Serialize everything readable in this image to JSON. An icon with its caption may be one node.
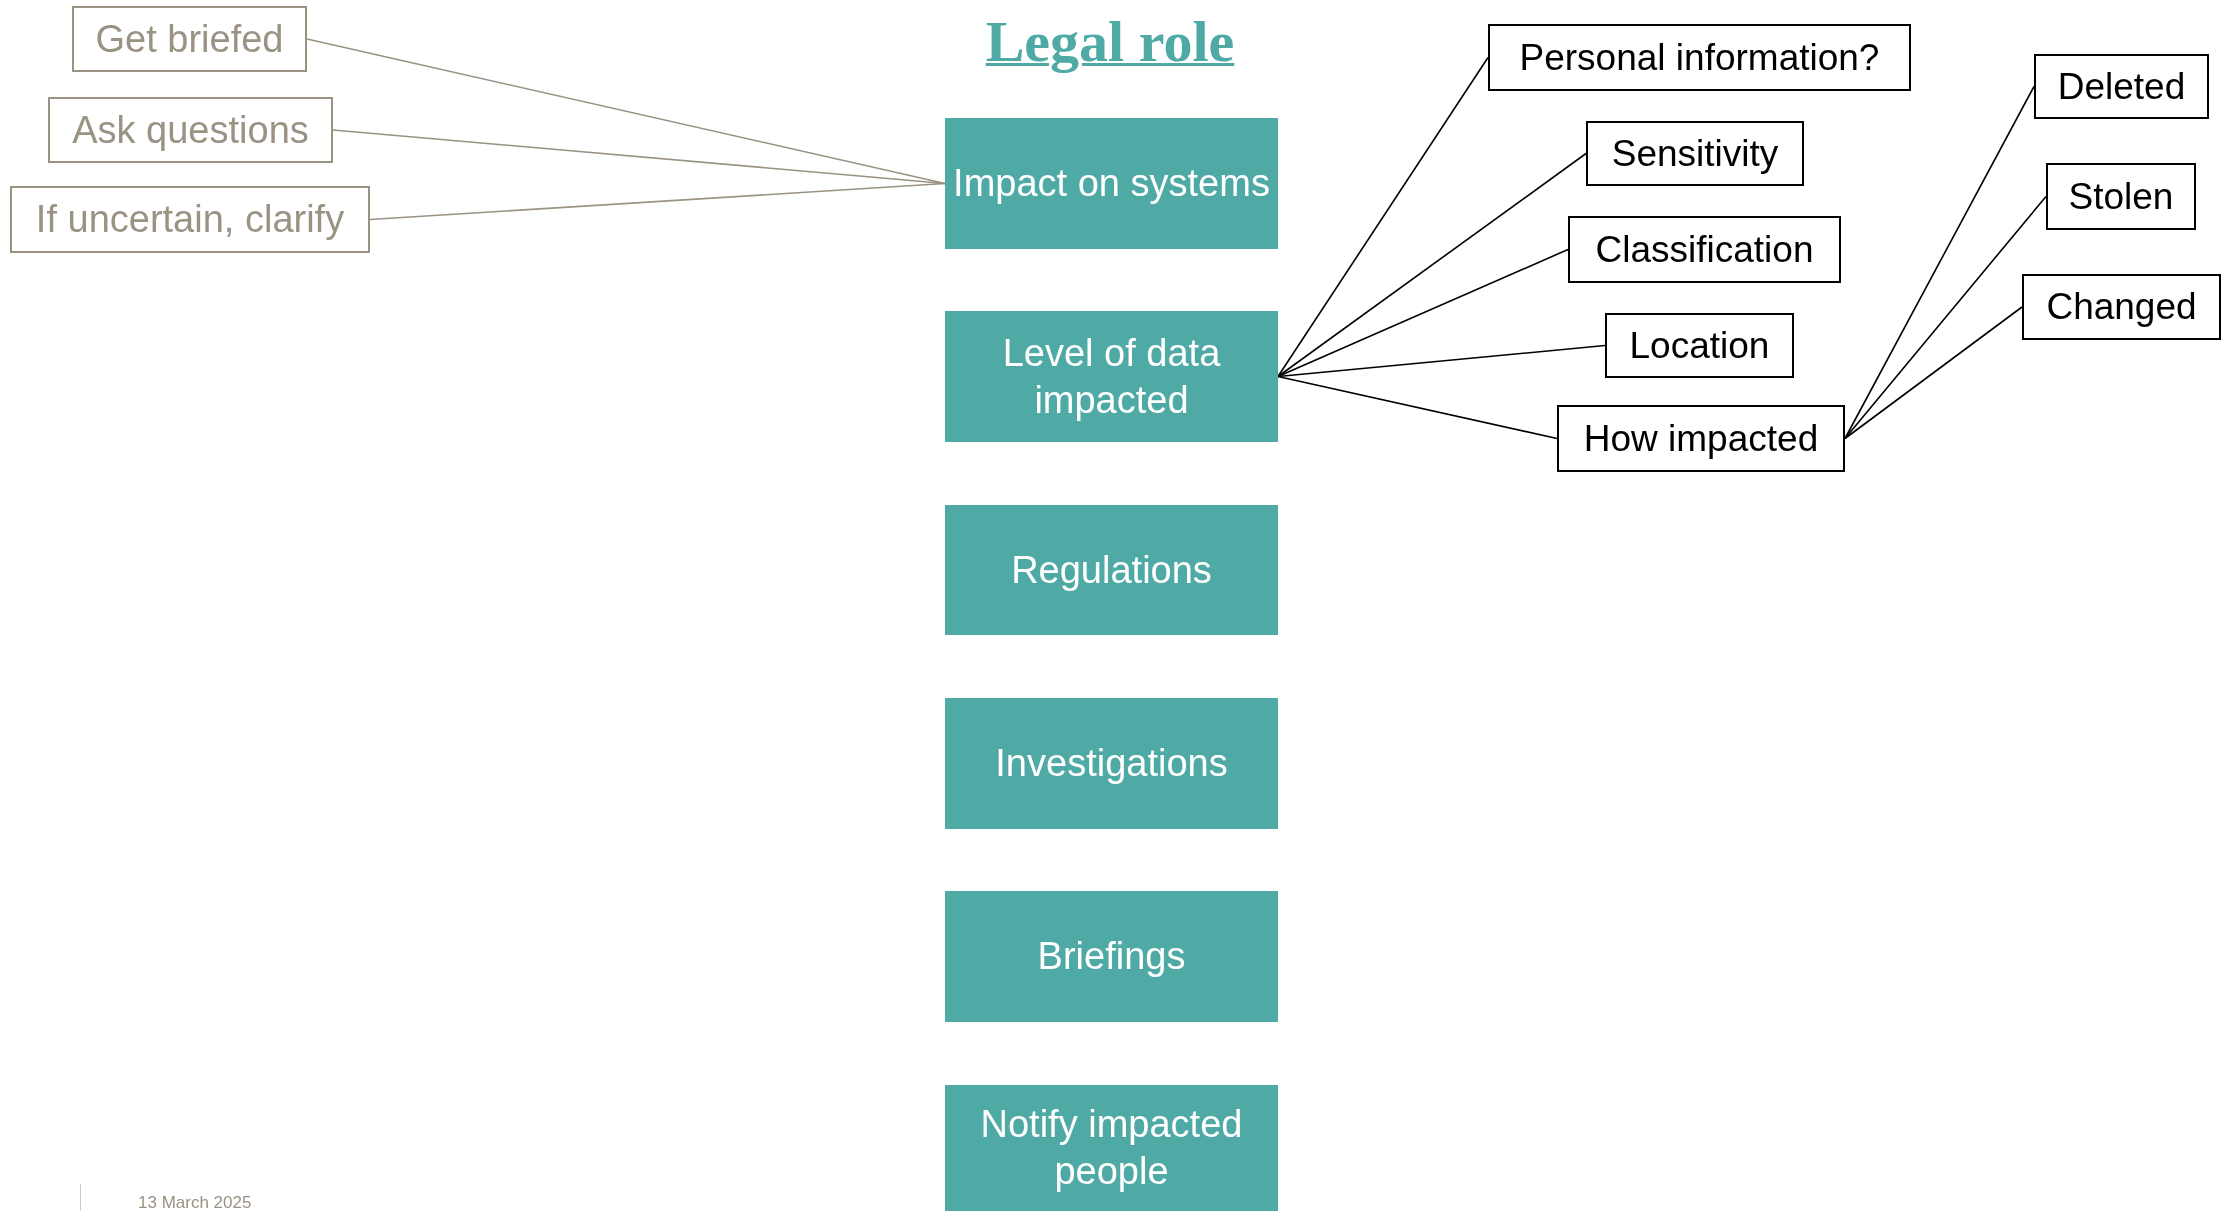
{
  "diagram": {
    "title": "Legal role",
    "nodes": [
      {
        "text": [
          "Impact on systems"
        ]
      },
      {
        "text": [
          "Level of data impacted"
        ]
      },
      {
        "text": [
          "Regulations"
        ]
      },
      {
        "text": [
          "Investigations"
        ]
      },
      {
        "text": [
          "Briefings"
        ]
      },
      {
        "text": [
          "Notify impacted people"
        ]
      },
      {
        "text": [
          "Get briefed"
        ]
      },
      {
        "text": [
          "Ask questions"
        ]
      },
      {
        "text": [
          "If uncertain, clarify"
        ]
      },
      {
        "text": [
          "Personal information?"
        ]
      },
      {
        "text": [
          "Sensitivity"
        ]
      },
      {
        "text": [
          "Classification"
        ]
      },
      {
        "text": [
          "Location"
        ]
      },
      {
        "text": [
          "How impacted"
        ]
      },
      {
        "text": [
          "Deleted"
        ]
      },
      {
        "text": [
          "Stolen"
        ]
      },
      {
        "text": [
          "Changed"
        ]
      }
    ],
    "edges": [
      {
        "from": 0,
        "to": 6,
        "arrow": "none",
        "color": "#9a9282"
      },
      {
        "from": 0,
        "to": 7,
        "arrow": "none",
        "color": "#9a9282"
      },
      {
        "from": 0,
        "to": 8,
        "arrow": "none",
        "color": "#9a9282"
      },
      {
        "from": 1,
        "to": 9,
        "arrow": "none"
      },
      {
        "from": 1,
        "to": 10,
        "arrow": "none"
      },
      {
        "from": 1,
        "to": 11,
        "arrow": "none"
      },
      {
        "from": 1,
        "to": 12,
        "arrow": "none"
      },
      {
        "from": 1,
        "to": 13,
        "arrow": "none"
      },
      {
        "from": 13,
        "to": 14,
        "arrow": "none"
      },
      {
        "from": 13,
        "to": 15,
        "arrow": "none"
      },
      {
        "from": 13,
        "to": 16,
        "arrow": "none"
      }
    ],
    "labels": [
      "13 March 2025"
    ]
  }
}
